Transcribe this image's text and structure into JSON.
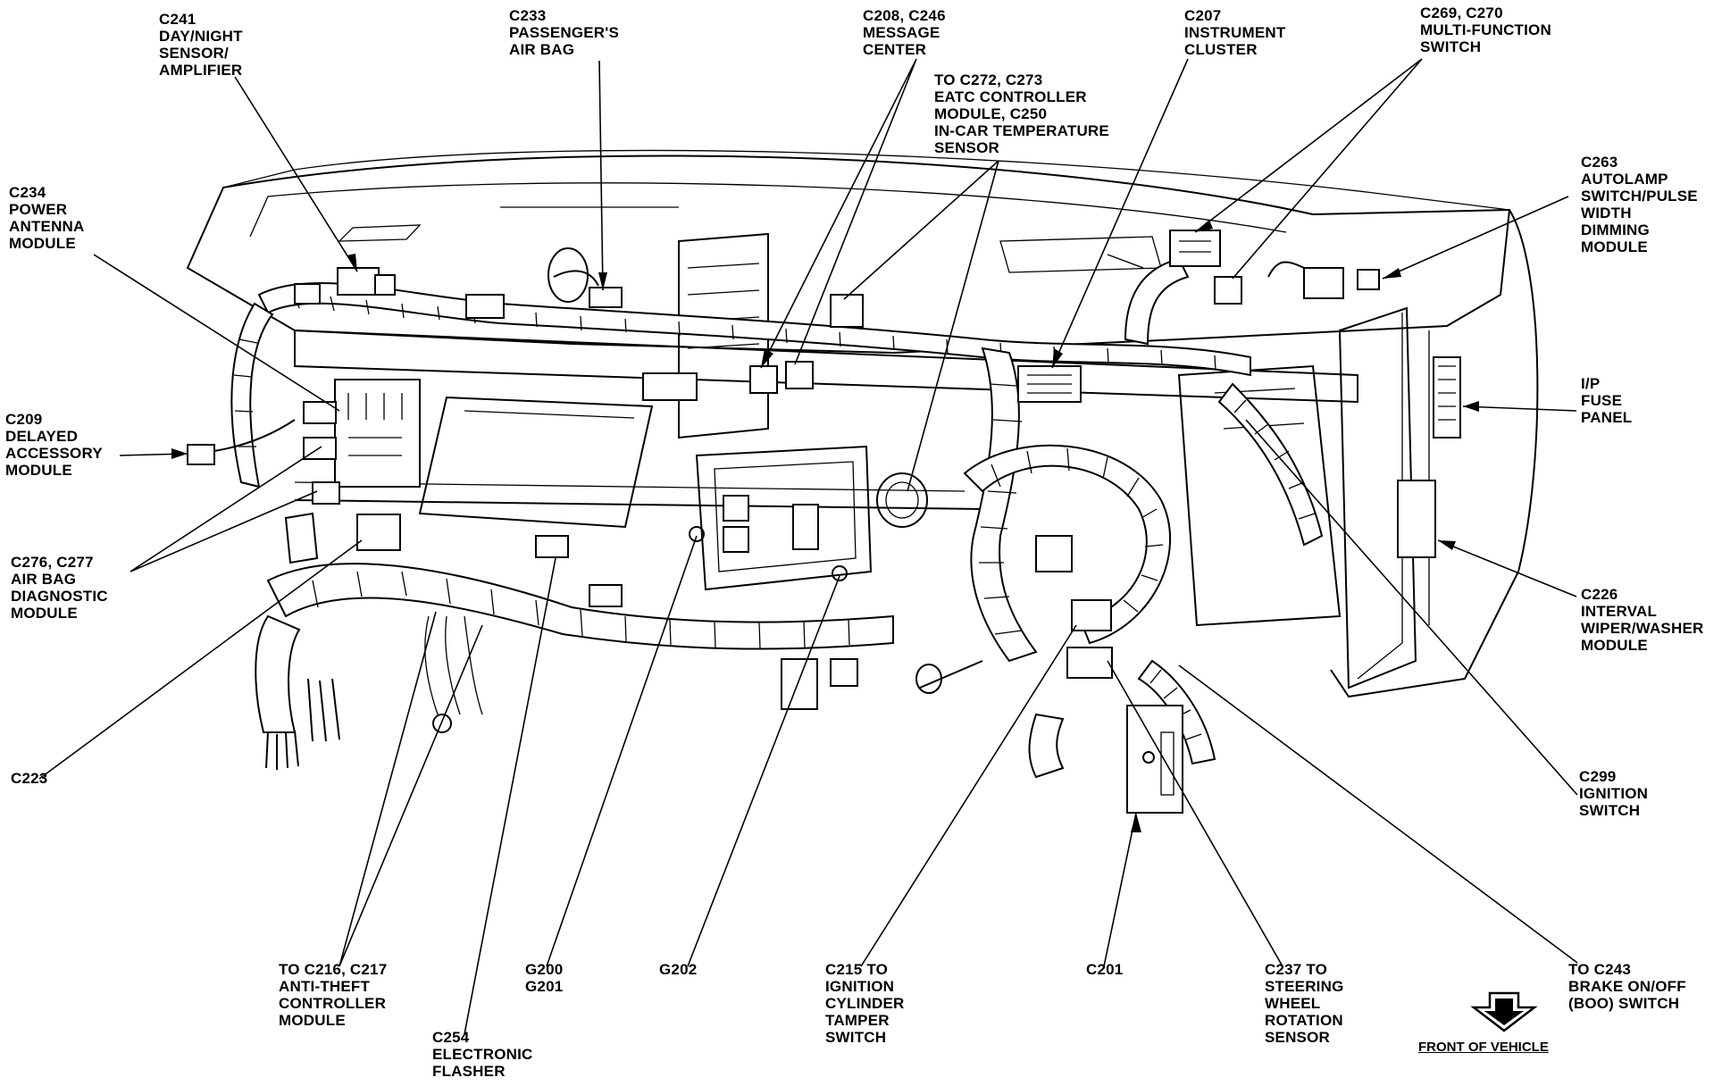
{
  "labels": {
    "c241": [
      "C241",
      "DAY/NIGHT",
      "SENSOR/",
      "AMPLIFIER"
    ],
    "c233": [
      "C233",
      "PASSENGER'S",
      "AIR BAG"
    ],
    "c208": [
      "C208, C246",
      "MESSAGE",
      "CENTER"
    ],
    "c272": [
      "TO C272, C273",
      "EATC CONTROLLER",
      "MODULE, C250",
      "IN-CAR TEMPERATURE",
      "SENSOR"
    ],
    "c207": [
      "C207",
      "INSTRUMENT",
      "CLUSTER"
    ],
    "c269": [
      "C269, C270",
      "MULTI-FUNCTION",
      "SWITCH"
    ],
    "c234": [
      "C234",
      "POWER",
      "ANTENNA",
      "MODULE"
    ],
    "c263": [
      "C263",
      "AUTOLAMP",
      "SWITCH/PULSE",
      "WIDTH",
      "DIMMING",
      "MODULE"
    ],
    "c209": [
      "C209",
      "DELAYED",
      "ACCESSORY",
      "MODULE"
    ],
    "ipfuse": [
      "I/P",
      "FUSE",
      "PANEL"
    ],
    "c276": [
      "C276, C277",
      "AIR BAG",
      "DIAGNOSTIC",
      "MODULE"
    ],
    "c226": [
      "C226",
      "INTERVAL",
      "WIPER/WASHER",
      "MODULE"
    ],
    "c223": [
      "C223"
    ],
    "c299": [
      "C299",
      "IGNITION",
      "SWITCH"
    ],
    "c216": [
      "TO C216, C217",
      "ANTI-THEFT",
      "CONTROLLER",
      "MODULE"
    ],
    "g200": [
      "G200",
      "G201"
    ],
    "g202": [
      "G202"
    ],
    "c215": [
      "C215 TO",
      "IGNITION",
      "CYLINDER",
      "TAMPER",
      "SWITCH"
    ],
    "c201": [
      "C201"
    ],
    "c237": [
      "C237 TO",
      "STEERING",
      "WHEEL",
      "ROTATION",
      "SENSOR"
    ],
    "c243": [
      "TO C243",
      "BRAKE ON/OFF",
      "(BOO) SWITCH"
    ],
    "c254": [
      "C254",
      "ELECTRONIC",
      "FLASHER"
    ],
    "front": "FRONT OF VEHICLE"
  },
  "icons": {
    "front_arrow": "down-arrow-icon"
  },
  "colors": {
    "ink": "#000000",
    "paper": "#ffffff"
  }
}
